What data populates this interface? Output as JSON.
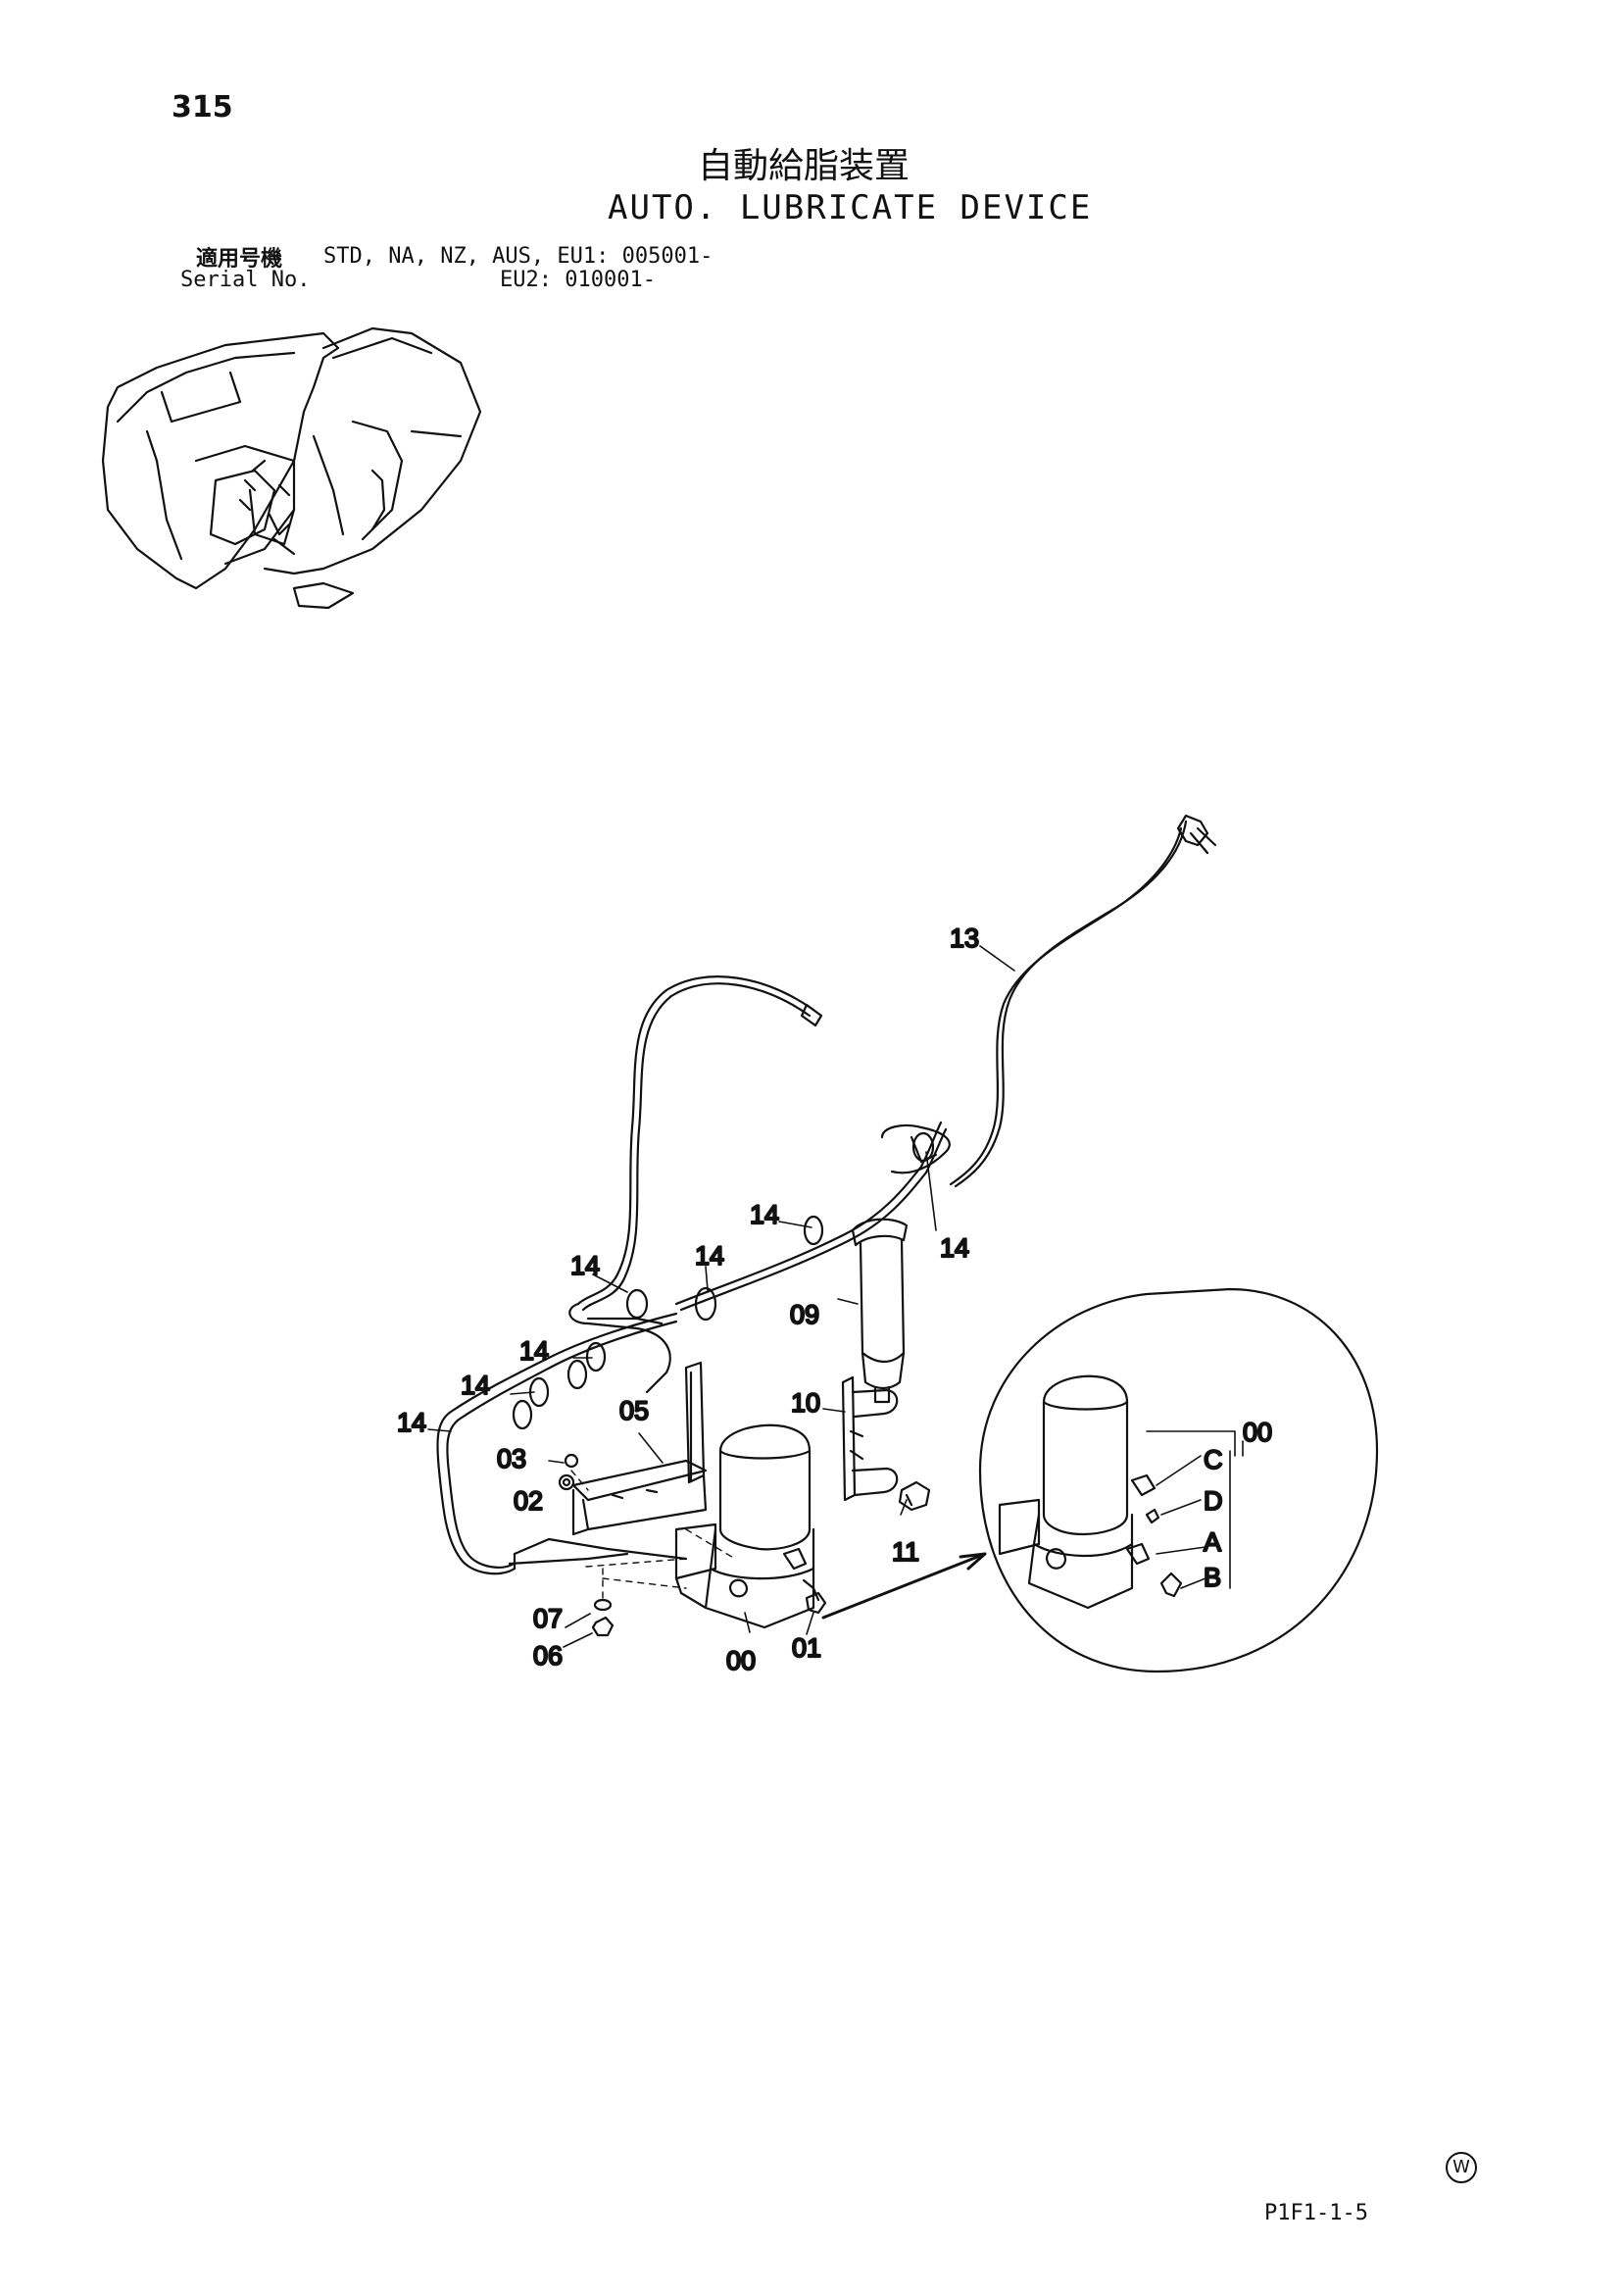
{
  "header": {
    "page_number": "315",
    "title_jp": "自動給脂装置",
    "title_en": "AUTO. LUBRICATE DEVICE",
    "applicable_label": "適用号機",
    "serial_label": "Serial No.",
    "serial_range_1": "STD, NA, NZ, AUS, EU1: 005001-",
    "serial_range_2": "EU2: 010001-"
  },
  "callouts": {
    "p13": "13",
    "p14a": "14",
    "p14b": "14",
    "p14c": "14",
    "p14d": "14",
    "p14e": "14",
    "p14f": "14",
    "p14g": "14",
    "p09": "09",
    "p10": "10",
    "p05": "05",
    "p03": "03",
    "p02": "02",
    "p11": "11",
    "p07": "07",
    "p06": "06",
    "p00": "00",
    "p01": "01",
    "detail_00": "00",
    "detail_C": "C",
    "detail_D": "D",
    "detail_A": "A",
    "detail_B": "B"
  },
  "footer": {
    "page_code": "P1F1-1-5",
    "maker_mark": "W"
  }
}
